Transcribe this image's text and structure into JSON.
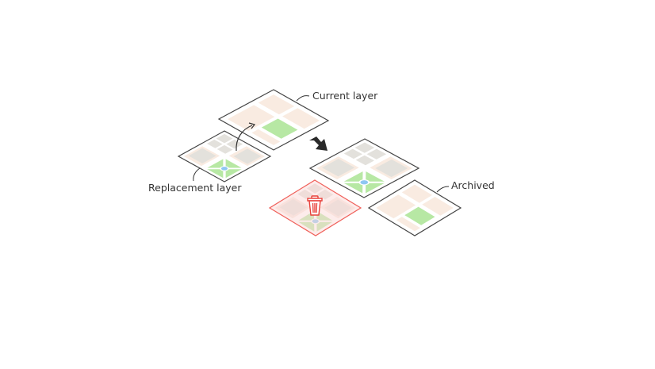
{
  "labels": {
    "current": "Current layer",
    "replacement": "Replacement layer",
    "archived": "Archived"
  },
  "icons": [
    "arrow-down-right-icon",
    "trash-icon",
    "curved-arrow-icon"
  ],
  "colors": {
    "outline": "#444444",
    "delete": "#f0605a",
    "block_beige": "#f9ebe1",
    "block_gray": "#e3e1dc",
    "park_green": "#b7e8a4",
    "water_blue": "#8ec7f2"
  }
}
